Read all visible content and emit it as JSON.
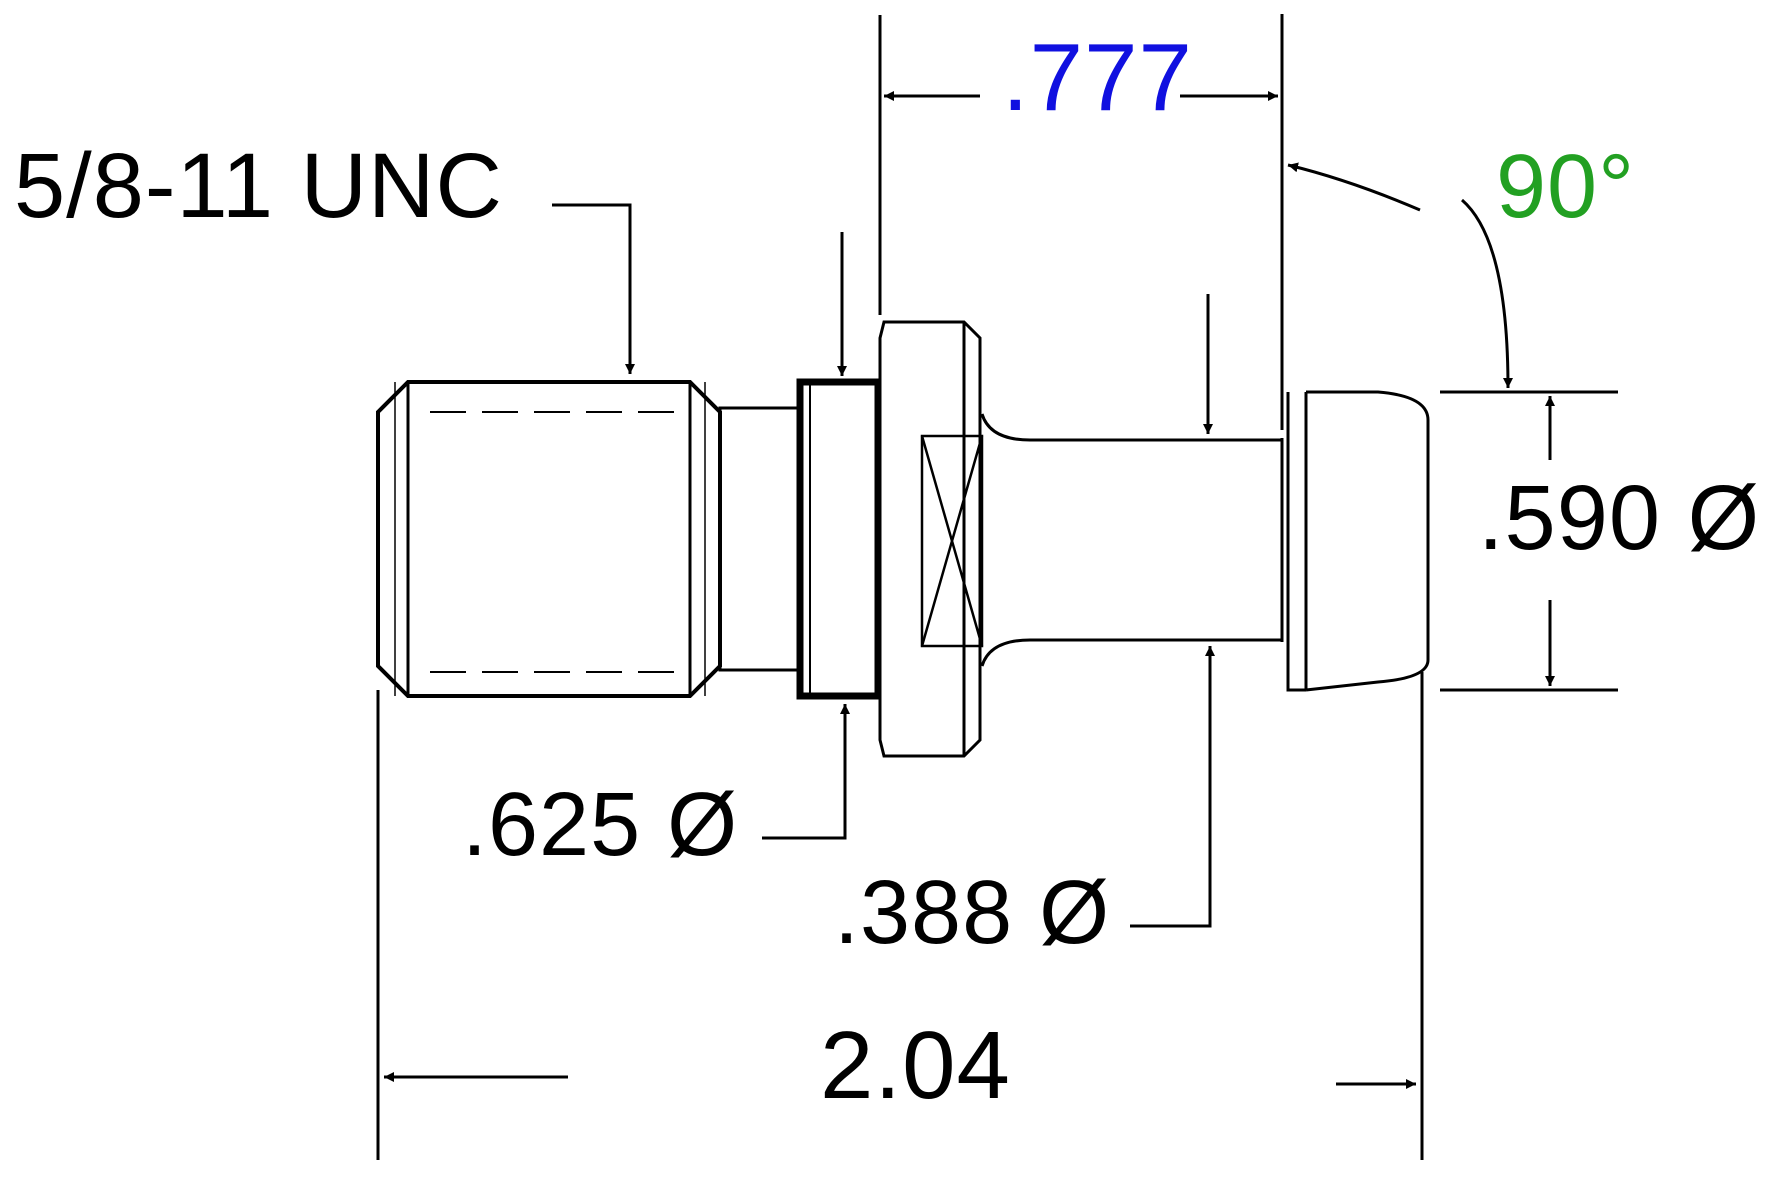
{
  "drawing": {
    "thread_callout": "5/8-11 UNC",
    "dim_length_777": ".777",
    "dim_angle": "90°",
    "dim_dia_590": ".590 Ø",
    "dim_dia_625": ".625 Ø",
    "dim_dia_388": ".388 Ø",
    "dim_overall_length": "2.04"
  },
  "colors": {
    "line": "#000000",
    "dim_777": "#1010e0",
    "dim_angle": "#22a022",
    "background": "#ffffff"
  }
}
